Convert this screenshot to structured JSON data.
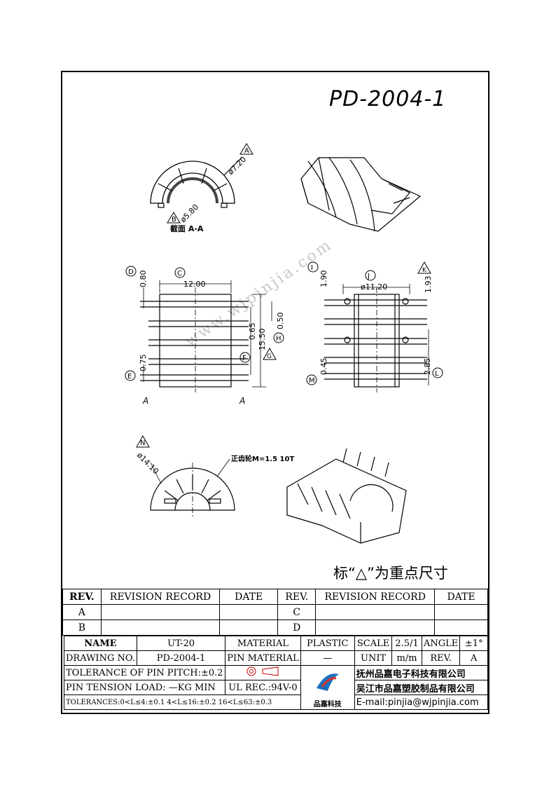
{
  "title": "PD-2004-1",
  "watermark": "www.wjpinjia.com",
  "note": "标“△”为重点尺寸",
  "section_a": {
    "marker_a": "A",
    "marker_b": "B",
    "dim_outer": "ø7.20",
    "dim_inner": "ø5.80",
    "caption": "截面 A-A"
  },
  "front_view": {
    "markers": [
      "D",
      "C",
      "H",
      "F",
      "G",
      "E"
    ],
    "dims": [
      "0.80",
      "12.00",
      "0.50",
      "0.65",
      "15.50",
      "0.75"
    ],
    "cut_labels": [
      "A",
      "A"
    ]
  },
  "side_view": {
    "markers": [
      "I",
      "J",
      "K",
      "M",
      "L"
    ],
    "dims": [
      "1.90",
      "ø11.20",
      "1.93",
      "0.45",
      "2.85"
    ]
  },
  "gear_view": {
    "marker": "N",
    "dim": "ø14.10",
    "gear_note": "正齿轮M=1.5 10T"
  },
  "revision_table": {
    "headers": [
      "REV.",
      "REVISION RECORD",
      "DATE",
      "REV.",
      "REVISION RECORD",
      "DATE"
    ],
    "rows": [
      [
        "A",
        "",
        "",
        "C",
        "",
        ""
      ],
      [
        "B",
        "",
        "",
        "D",
        "",
        ""
      ]
    ]
  },
  "info": {
    "name_label": "NAME",
    "name_value": "UT-20",
    "material_label": "MATERIAL",
    "material_value": "PLASTIC",
    "scale_label": "SCALE",
    "scale_value": "2.5/1",
    "angle_label": "ANGLE",
    "angle_value": "±1°",
    "drawing_no_label": "DRAWING NO.",
    "drawing_no_value": "PD-2004-1",
    "pin_material_label": "PIN MATERIAL",
    "pin_material_value": "—",
    "unit_label": "UNIT",
    "unit_value": "m/m",
    "rev_label": "REV.",
    "rev_value": "A",
    "pitch_tolerance": "TOLERANCE OF PIN PITCH:±0.2",
    "pin_tension": "PIN TENSION LOAD: —KG   MIN",
    "ul_rec": "UL REC.:94V-0",
    "tolerances": "TOLERANCES:0<L≤4:±0.1 4<L≤16:±0.2 16<L≤63:±0.3",
    "company1": "抚州品嘉电子科技有限公司",
    "company2": "吴江市品嘉塑胶制品有限公司",
    "email": "E-mail:pinjia@wjpinjia.com",
    "logo_text": "品嘉科技"
  }
}
